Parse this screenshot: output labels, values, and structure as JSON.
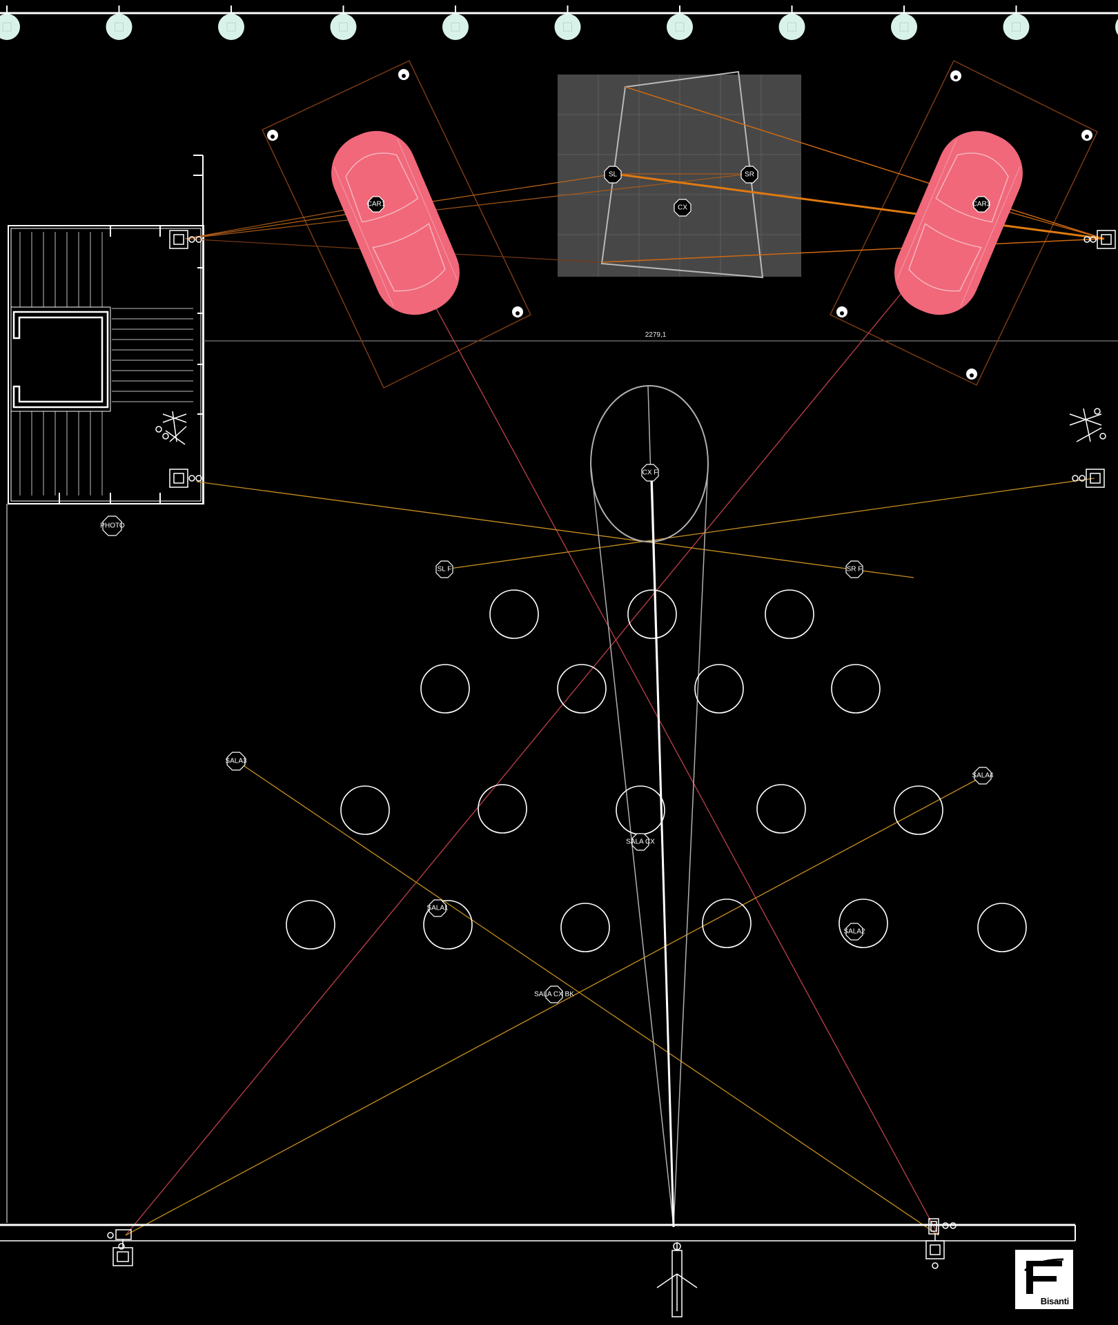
{
  "plan": {
    "dimension_label": "2279,1",
    "photo_label": "PHOTO",
    "speakers": {
      "car1": "CAR1",
      "car3": "CAR3",
      "sl": "SL",
      "sr": "SR",
      "cx": "CX",
      "cx_f": "CX F",
      "sl_f": "SL F",
      "sr_f": "SR F",
      "sala3": "SALA3",
      "sala4": "SALA4",
      "sala_cx": "SALA CX",
      "sala1": "SALA1",
      "sala2": "SALA2",
      "sala_cx_bk": "SALA CX BK"
    },
    "colors": {
      "background": "#000000",
      "car": "#f0687a",
      "truss_light": "#d8f2ea",
      "stage": "#474747",
      "cable_orange": "#e07a10",
      "beam_yellow": "#c8901e",
      "beam_red": "#c0404a",
      "frame_brown": "#6a3412"
    }
  },
  "logo": {
    "brand": "Bisanti"
  }
}
